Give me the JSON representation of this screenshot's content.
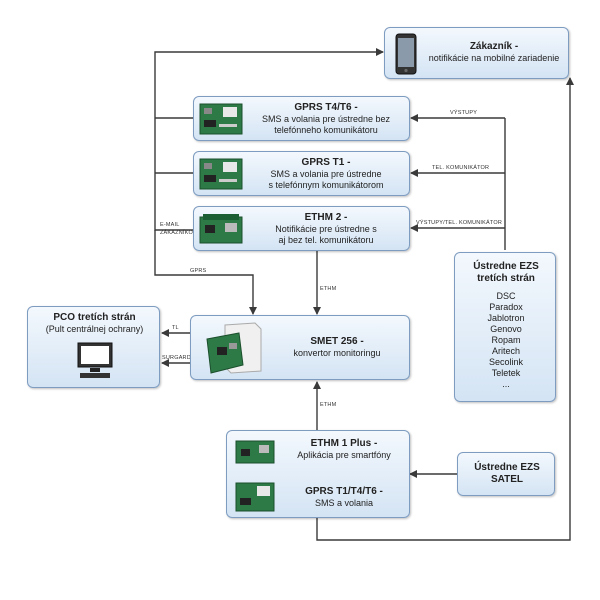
{
  "nodes": {
    "customer": {
      "title": "Zákazník -",
      "text": "notifikácie na mobilné zariadenie",
      "icon": "smartphone-icon"
    },
    "gprs_t4t6": {
      "title": "GPRS T4/T6 -",
      "line1": "SMS a volania pre ústredne bez",
      "line2": "telefónneho komunikátoru",
      "icon": "circuit-board-icon"
    },
    "gprs_t1": {
      "title": "GPRS T1 -",
      "line1": "SMS a volania pre ústredne",
      "line2": "s telefónnym komunikátorom",
      "icon": "circuit-board-icon"
    },
    "ethm2": {
      "title": "ETHM 2 -",
      "line1": "Notifikácie pre ústredne s",
      "line2": "aj bez tel. komunikátoru",
      "icon": "circuit-board-icon"
    },
    "pco": {
      "title": "PCO tretích strán",
      "text": "(Pult centrálnej ochrany)",
      "icon": "computer-icon"
    },
    "smet": {
      "title": "SMET 256 -",
      "text": "konvertor monitoringu",
      "icon": "circuit-board-icon"
    },
    "third_party": {
      "title1": "Ústredne EZS",
      "title2": "tretích strán",
      "items": [
        "DSC",
        "Paradox",
        "Jablotron",
        "Genovo",
        "Ropam",
        "Aritech",
        "Secolink",
        "Teletek",
        "..."
      ]
    },
    "ethm1": {
      "title": "ETHM 1 Plus -",
      "text": "Aplikácia pre smartfóny",
      "icon": "circuit-board-icon"
    },
    "gprs_t1t4t6": {
      "title": "GPRS T1/T4/T6 -",
      "text": "SMS a volania",
      "icon": "circuit-board-icon"
    },
    "satel": {
      "title1": "Ústredne EZS",
      "title2": "SATEL"
    }
  },
  "connections": {
    "vystupy": "VÝSTUPY",
    "tel_komunikator": "TEL. KOMUNIKÁTOR",
    "vystupy_tel": "VÝSTUPY/TEL. KOMUNIKÁTOR",
    "email": "E-MAIL",
    "zakaznikovi": "ZÁKAZNÍKOVI",
    "gprs": "GPRS",
    "ethm_top": "ETHM",
    "tl": "TL",
    "surgard": "SURGARD",
    "ethm_bottom": "ETHM"
  },
  "colors": {
    "line": "#3a3a3a",
    "box_border": "#7d9cc0",
    "box_fill_top": "#f3f8fd",
    "box_fill_bottom": "#d4e4f4"
  }
}
